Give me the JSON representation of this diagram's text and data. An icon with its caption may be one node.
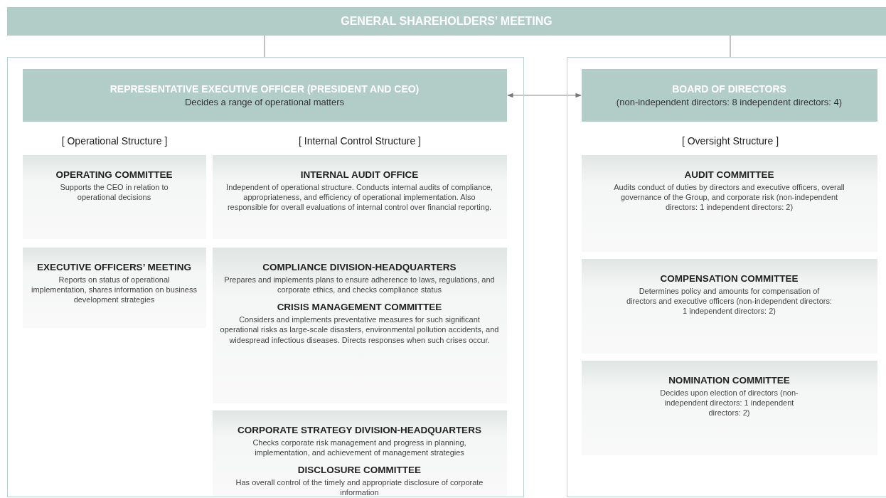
{
  "diagram": {
    "nodes": [
      {
        "text": [
          "GENERAL SHAREHOLDERS’ MEETING"
        ]
      },
      {
        "text": [],
        "shape": "box"
      },
      {
        "text": [
          "REPRESENTATIVE EXECUTIVE OFFICER (PRESIDENT AND CEO)",
          "Decides a range of operational matters"
        ],
        "in": 1
      },
      {
        "text": [],
        "shape": "box"
      },
      {
        "text": [
          "BOARD OF DIRECTORS",
          "(non-independent directors: 8 independent directors: 4)"
        ],
        "in": 3
      },
      {
        "text": [
          "OPERATING COMMITTEE",
          "Supports the CEO in relation to operational decisions"
        ],
        "in": 1
      },
      {
        "text": [
          "EXECUTIVE OFFICERS’ MEETING",
          "Reports on status of operational implementation, shares information on business development strategies"
        ],
        "in": 1
      },
      {
        "text": [
          "INTERNAL AUDIT OFFICE",
          "Independent of operational structure. Conducts internal audits of compliance, appropriateness, and efficiency of operational implementation. Also responsible for overall evaluations of internal control over financial reporting."
        ],
        "in": 1
      },
      {
        "text": [
          "COMPLIANCE DIVISION-HEADQUARTERS",
          "Prepares and implements plans to ensure adherence to laws, regulations, and corporate ethics, and checks compliance status",
          "CRISIS MANAGEMENT COMMITTEE",
          "Considers and implements preventative measures for such significant operational risks as large-scale disasters, environmental pollution accidents, and widespread infectious diseases. Directs responses when such crises occur."
        ],
        "in": 1
      },
      {
        "text": [
          "CORPORATE STRATEGY DIVISION-HEADQUARTERS",
          "Checks corporate risk management and progress in planning, implementation, and achievement of management strategies",
          "DISCLOSURE COMMITTEE",
          "Has overall control of the timely and appropriate disclosure of corporate information"
        ],
        "in": 1
      },
      {
        "text": [
          "AUDIT COMMITTEE",
          "Audits conduct of duties by directors and executive officers, overall governance of the Group, and corporate risk (non-independent directors: 1 independent directors: 2)"
        ],
        "in": 3
      },
      {
        "text": [
          "COMPENSATION COMMITTEE",
          "Determines policy and amounts for compensation of directors and executive officers (non-independent directors: 1 independent directors: 2)"
        ],
        "in": 3
      },
      {
        "text": [
          "NOMINATION COMMITTEE",
          "Decides upon election of directors (non-independent directors: 1 independent directors: 2)"
        ],
        "in": 3
      }
    ],
    "edges": [
      {
        "from": 0,
        "to": 1,
        "arrow": "none"
      },
      {
        "from": 0,
        "to": 3,
        "arrow": "none"
      },
      {
        "from": 2,
        "to": 4,
        "arrow": "both"
      }
    ],
    "labels": [
      "[ Operational Structure ]",
      "[ Internal Control Structure ]",
      "[ Oversight Structure ]"
    ]
  }
}
